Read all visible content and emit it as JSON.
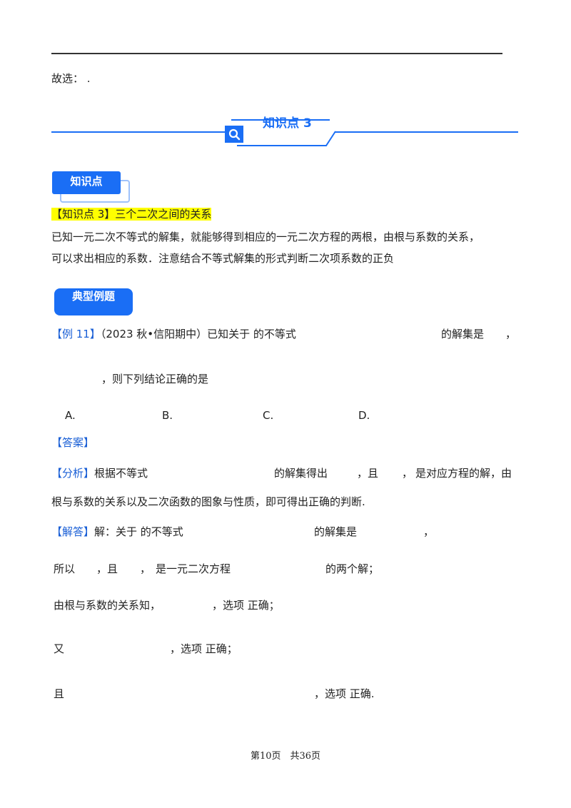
{
  "intro": {
    "chosen": "故选：  ."
  },
  "section": {
    "title": "知识点 3"
  },
  "kp_label": "知识点",
  "kp": {
    "heading": "【知识点 3】三个二次之间的关系",
    "line1": "已知一元二次不等式的解集，就能够得到相应的一元二次方程的两根，由根与系数的关系，",
    "line2": "可以求出相应的系数．注意结合不等式解集的形式判断二次项系数的正负"
  },
  "example_label": "典型例题",
  "example": {
    "tag": "【例 11】",
    "line1_a": "（2023 秋•信阳期中）已知关于  的不等式",
    "line1_b": "的解集是",
    "line1_c": "，",
    "line2": "，则下列结论正确的是",
    "options": [
      "A.",
      "B.",
      "C.",
      "D."
    ]
  },
  "answer": {
    "tag": "【答案】"
  },
  "analysis": {
    "tag": "【分析】",
    "line1_a": "根据不等式",
    "line1_b": "的解集得出",
    "line1_c": "，且",
    "line1_d": "，",
    "line1_e": "是对应方程的解，由",
    "line2": "根与系数的关系以及二次函数的图象与性质，即可得出正确的判断."
  },
  "solution": {
    "tag": "【解答】",
    "line1_a": "解：关于  的不等式",
    "line1_b": "的解集是",
    "line1_c": "，",
    "line2_a": "所以",
    "line2_b": "，且",
    "line2_c": "，",
    "line2_d": "是一元二次方程",
    "line2_e": "的两个解；",
    "line3_a": "由根与系数的关系知，",
    "line3_b": "，选项  正确；",
    "line4_a": "又",
    "line4_b": "，选项  正确；",
    "line5_a": "且",
    "line5_b": "，选项  正确."
  },
  "footer": {
    "page": "第10页　共36页"
  },
  "colors": {
    "accent": "#1a6ef5",
    "highlight": "#ffff00"
  }
}
